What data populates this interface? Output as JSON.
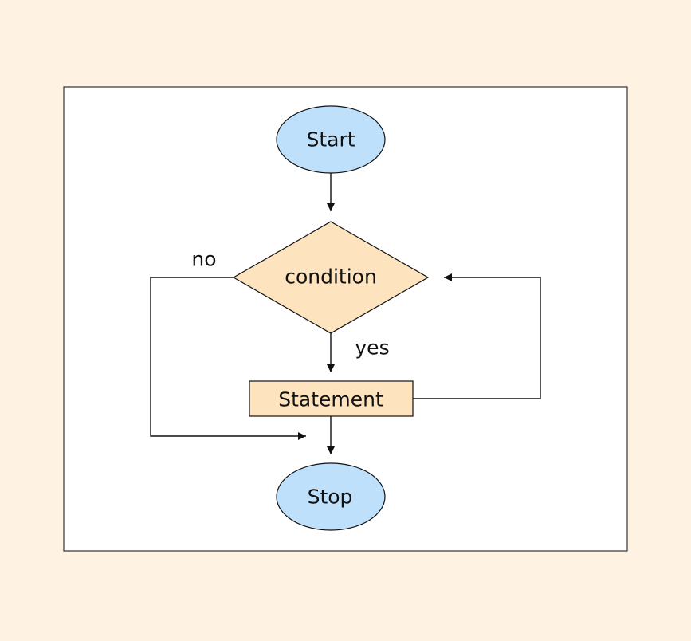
{
  "colors": {
    "page_background": "#FEF3E3",
    "panel_background": "#FFFFFF",
    "panel_border": "#333333",
    "terminal_fill": "#BFE0FA",
    "process_fill": "#FDE3BE",
    "node_stroke": "#111111",
    "connector": "#111111",
    "text": "#111111"
  },
  "nodes": {
    "start": {
      "label": "Start",
      "shape": "ellipse"
    },
    "condition": {
      "label": "condition",
      "shape": "diamond"
    },
    "statement": {
      "label": "Statement",
      "shape": "rectangle"
    },
    "stop": {
      "label": "Stop",
      "shape": "ellipse"
    }
  },
  "edges": {
    "yes_label": "yes",
    "no_label": "no"
  }
}
